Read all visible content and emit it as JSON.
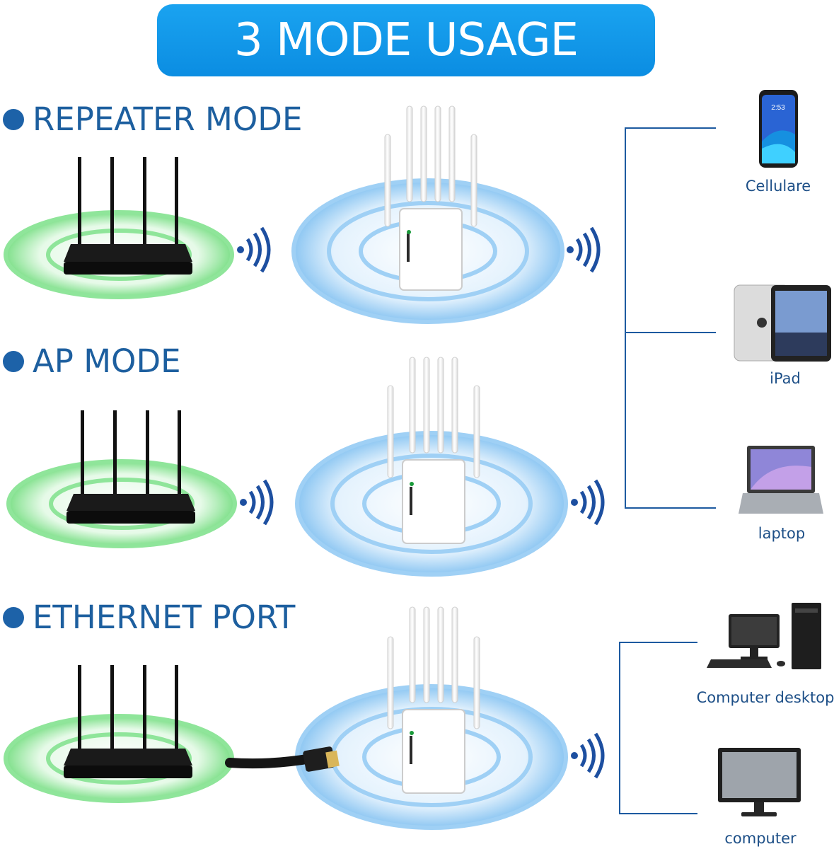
{
  "banner": {
    "title": "3 MODE USAGE"
  },
  "modes": [
    {
      "title": "REPEATER MODE"
    },
    {
      "title": "AP MODE"
    },
    {
      "title": "ETHERNET PORT"
    }
  ],
  "devices": {
    "phone": "Cellulare",
    "tablet": "iPad",
    "laptop": "laptop",
    "desktop": "Computer desktop",
    "computer": "computer"
  },
  "phone_time": "2:53",
  "colors": {
    "banner": "#1aa3f0",
    "title_text": "#1d5f9f",
    "green_ring": "#7fe08a",
    "blue_ring": "#8cc6f2",
    "line": "#1d5aa0"
  }
}
